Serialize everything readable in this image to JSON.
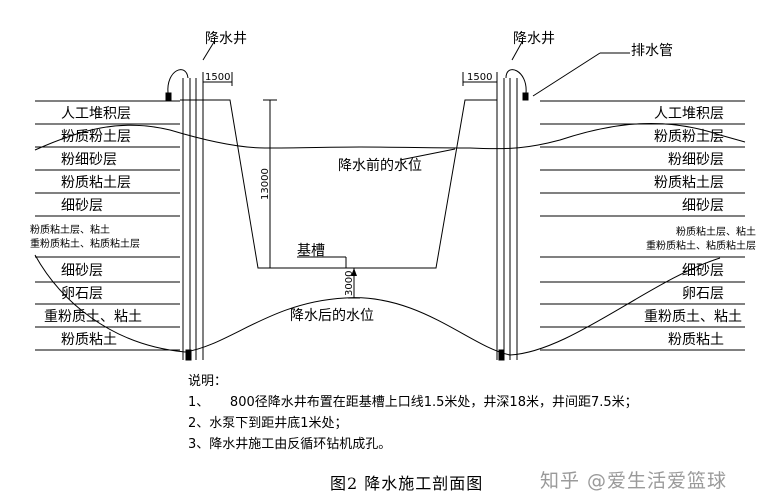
{
  "labels": {
    "well_left": "降水井",
    "well_right": "降水井",
    "drain_pipe": "排水管",
    "dim_left_top": "1500",
    "dim_right_top": "1500",
    "dim_depth": "13000",
    "dim_3000": "3000",
    "water_before": "降水前的水位",
    "foundation_pit": "基槽",
    "water_after": "降水后的水位"
  },
  "layers_left": [
    "人工堆积层",
    "粉质粉土层",
    "粉细砂层",
    "粉质粘土层",
    "细砂层",
    "粉质粘土层、粘土",
    "重粉质粘土、粘质粘土层",
    "细砂层",
    "卵石层",
    "重粉质土、粘土",
    "粉质粘土"
  ],
  "layers_right": [
    "人工堆积层",
    "粉质粉土层",
    "粉细砂层",
    "粉质粘土层",
    "细砂层",
    "粉质粘土层、粘土",
    "重粉质粘土、粘质粘土层",
    "细砂层",
    "卵石层",
    "重粉质土、粘土",
    "粉质粘土"
  ],
  "notes": {
    "title": "说明：",
    "line1": "1、     800径降水井布置在距基槽上口线1.5米处，井深18米，井间距7.5米；",
    "line2": "2、水泵下到距井底1米处；",
    "line3": "3、降水井施工由反循环钻机成孔。"
  },
  "caption": "图2   降水施工剖面图",
  "watermark": "知乎 @爱生活爱篮球"
}
